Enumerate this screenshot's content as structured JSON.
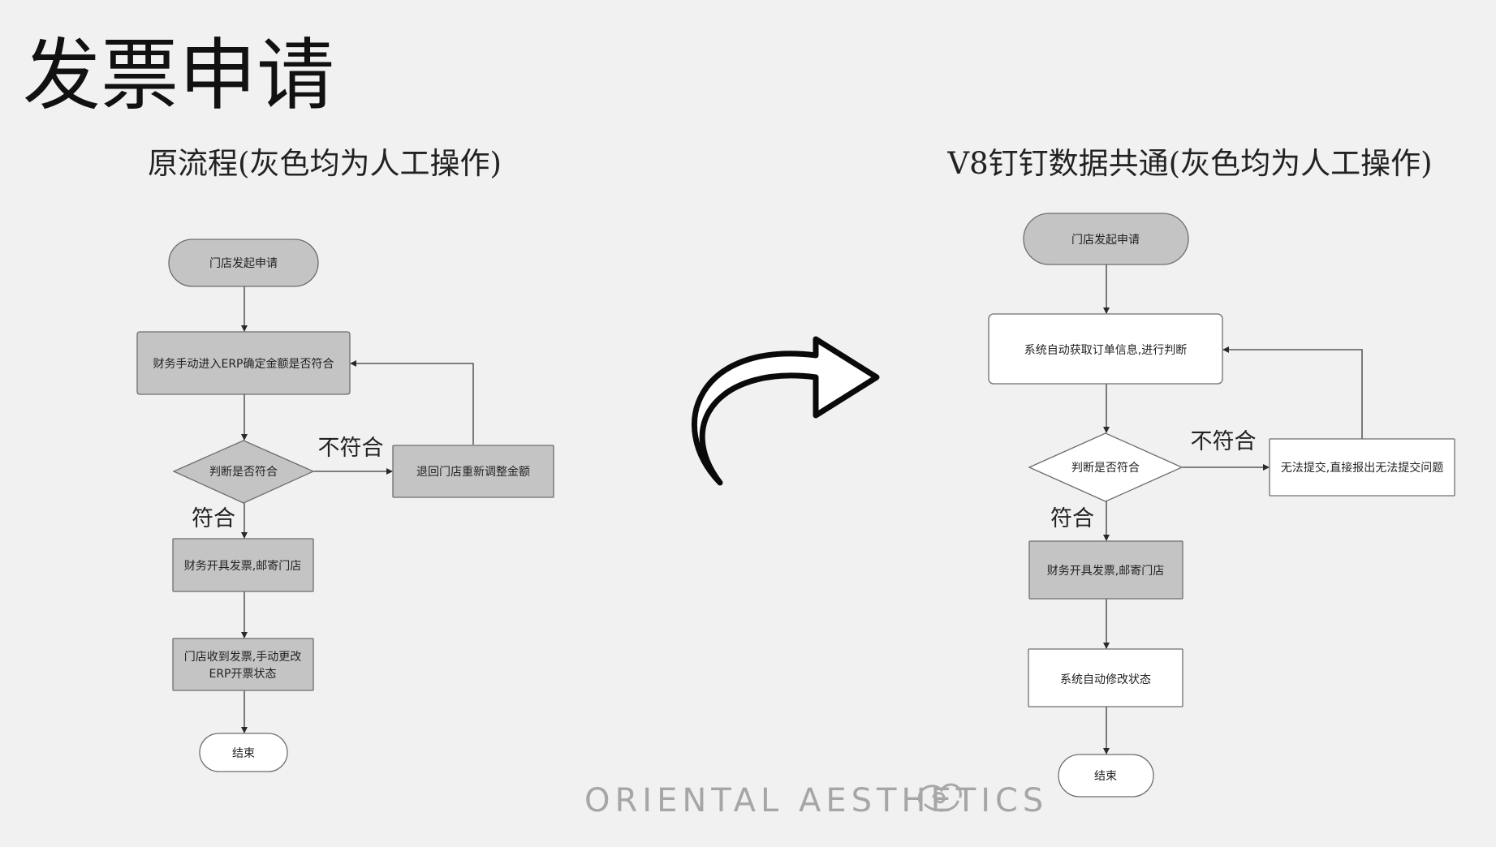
{
  "slide": {
    "title": "发票申请",
    "watermark": "ORIENTAL AESTHETICS",
    "watermark_icon": "cloud-swirl-icon",
    "transition_icon": "curved-arrow-right-icon"
  },
  "colors": {
    "background": "#f1f1f1",
    "manual_fill": "#c4c4c4",
    "auto_fill": "#ffffff",
    "border": "#6e6e6e"
  },
  "flows": {
    "original": {
      "subtitle": "原流程(灰色均为人工操作)",
      "nodes": {
        "start": "门店发起申请",
        "check_erp": "财务手动进入ERP确定金额是否符合",
        "decision": "判断是否符合",
        "return_store": "退回门店重新调整金额",
        "issue_invoice": "财务开具发票,邮寄门店",
        "receive_line1": "门店收到发票,手动更改",
        "receive_line2": "ERP开票状态",
        "end": "结束"
      },
      "labels": {
        "no": "不符合",
        "yes": "符合"
      }
    },
    "v8": {
      "subtitle": "V8钉钉数据共通(灰色均为人工操作)",
      "nodes": {
        "start": "门店发起申请",
        "auto_check": "系统自动获取订单信息,进行判断",
        "decision": "判断是否符合",
        "error_report": "无法提交,直接报出无法提交问题",
        "issue_invoice": "财务开具发票,邮寄门店",
        "auto_status": "系统自动修改状态",
        "end": "结束"
      },
      "labels": {
        "no": "不符合",
        "yes": "符合"
      }
    }
  }
}
